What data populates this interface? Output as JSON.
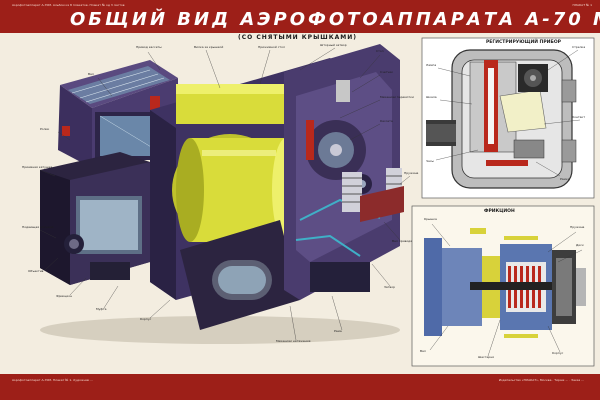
{
  "header": {
    "fine_left": "Аэрофотоаппарат А-70М. Альбом из 8 плакатов. Плакат № од 3 листов",
    "fine_right": "ПЛАКАТ № 1",
    "title": "ОБЩИЙ ВИД АЭРОФОТОАППАРАТА А-70 М",
    "subtitle": "(СО СНЯТЫМИ КРЫШКАМИ)"
  },
  "footer": {
    "fine_left": "Аэрофотоаппарат А-70М. Плакат № 1. Художник ...",
    "fine_right": "Издательство «ПЛАКАТ», Москва · Тираж ... · Заказ ..."
  },
  "panels": {
    "registrar_title": "РЕГИСТРИРУЮЩИЙ ПРИБОР",
    "frictions_title": "ФРИКЦИОН"
  },
  "labels": {
    "main_1": "Привод кассеты",
    "main_2": "Вилка за крышкой",
    "main_3": "Прижимной стол",
    "main_4": "Шторный затвор",
    "main_5": "Стол",
    "main_6": "Вал",
    "main_7": "Счетчик",
    "main_8": "Механизм перемотки",
    "main_9": "Кассета",
    "main_10": "Ролик",
    "main_11": "Приемная катушка",
    "main_12": "Подающая катушка",
    "main_13": "Объектив",
    "main_14": "Фрикцион",
    "main_15": "Муфта",
    "main_16": "Корпус",
    "main_17": "Механизм натяжения",
    "main_18": "Рама",
    "main_19": "Затвор",
    "main_20": "Вал привода",
    "main_21": "Пружина",
    "reg_1": "Лампа",
    "reg_2": "Шкала",
    "reg_3": "Стрелка",
    "reg_4": "Контакт",
    "reg_5": "Часы",
    "reg_6": "Рамка",
    "fr_1": "Крышка",
    "fr_2": "Пружина",
    "fr_3": "Диск",
    "fr_4": "Вал",
    "fr_5": "Шестерня",
    "fr_6": "Корпус"
  },
  "colors": {
    "frame_red": "#9d1f18",
    "body_purple": "#4a3c6e",
    "film_yellow": "#d9dc3a",
    "glass_blue": "#7fa8c9",
    "accent_red": "#b9281c"
  }
}
